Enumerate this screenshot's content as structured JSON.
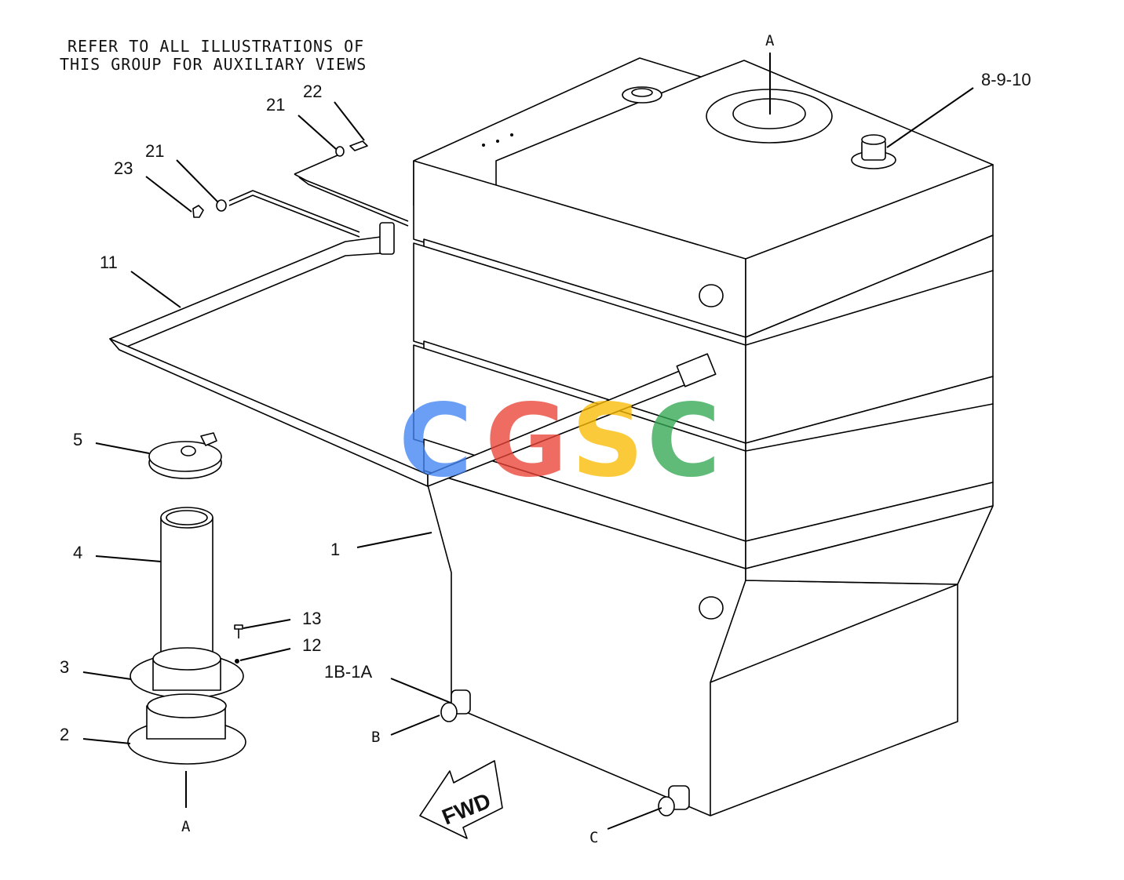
{
  "note": {
    "line1": "REFER TO ALL ILLUSTRATIONS OF",
    "line2": "THIS GROUP FOR AUXILIARY VIEWS"
  },
  "callouts": {
    "c1": "1",
    "c2": "2",
    "c3": "3",
    "c4": "4",
    "c5": "5",
    "c11": "11",
    "c12": "12",
    "c13": "13",
    "c21a": "21",
    "c21b": "21",
    "c22": "22",
    "c23": "23",
    "c8910": "8-9-10",
    "c1b1a": "1B-1A"
  },
  "view_refs": {
    "a_top": "A",
    "a_bottom": "A",
    "b": "B",
    "c": "C"
  },
  "direction_arrow": {
    "label": "FWD"
  },
  "watermark": {
    "letters": [
      "C",
      "G",
      "S",
      "C"
    ],
    "colors": [
      "#4285F4",
      "#EA4335",
      "#FBBC05",
      "#34A853"
    ]
  }
}
